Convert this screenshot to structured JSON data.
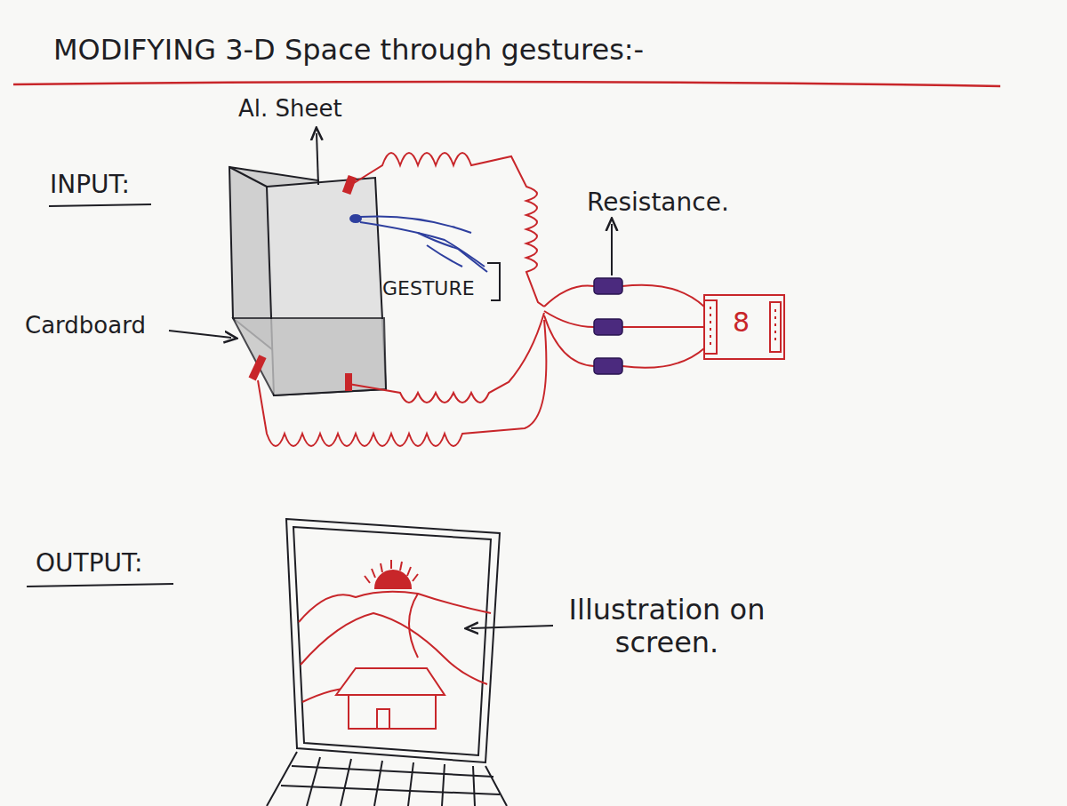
{
  "diagram": {
    "title": "MODIFYING 3-D Space through gestures:-",
    "labels": [
      "Al. Sheet",
      "INPUT:",
      "GESTURE",
      "Cardboard",
      "Resistance.",
      "8",
      "OUTPUT:",
      "Illustration on screen."
    ]
  }
}
